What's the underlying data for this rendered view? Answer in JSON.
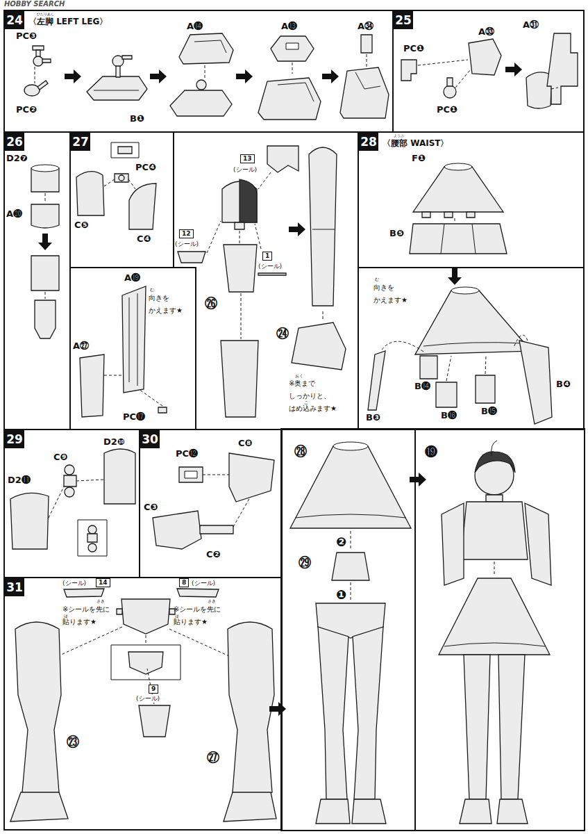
{
  "diagram": {
    "nodes": [
      {
        "text": [
          "24",
          "ひだりあし",
          "〈左脚 LEFT LEG〉"
        ]
      },
      {
        "text": [
          "25"
        ]
      },
      {
        "text": [
          "26"
        ]
      },
      {
        "text": [
          "27"
        ]
      },
      {
        "text": [
          "28",
          "ようぶ",
          "〈腰部 WAIST〉"
        ]
      },
      {
        "text": [
          "29"
        ]
      },
      {
        "text": [
          "30"
        ]
      },
      {
        "text": [
          "31"
        ]
      }
    ],
    "labels": [
      "HOBBY SEARCH",
      "PC❸",
      "PC❷",
      "B❶",
      "A⓮",
      "A⓭",
      "A㉞",
      "PC❶",
      "A㉝",
      "PC❶",
      "A㉛",
      "D2❼",
      "A⓴",
      "PC❹",
      "C❺",
      "C❹",
      "13",
      "(シール)",
      "12",
      "(シール)",
      "1",
      "(シール)",
      "㉖",
      "A⓳",
      "む",
      "向きを かえます★",
      "A㉗",
      "PC⓱",
      "㉔",
      "おく",
      "こ",
      "※奥まで しっかりと、 はめ込みます★",
      "F❶",
      "B❺",
      "む",
      "向きを かえます★",
      "B❸",
      "B⓮",
      "B⓰",
      "B⓯",
      "B❹",
      "D2❿",
      "C❾",
      "D2⓫",
      "C❽",
      "PC⓬",
      "C❸",
      "C❷",
      "(シール)",
      "14",
      "8",
      "(シール)",
      "さき",
      "は",
      "※シールを先に 貼ります★",
      "さき",
      "は",
      "※シールを先に 貼ります★",
      "9",
      "(シール)",
      "㉓",
      "㉗",
      "㉘",
      "❷",
      "㉙",
      "❶",
      "⓳"
    ]
  }
}
